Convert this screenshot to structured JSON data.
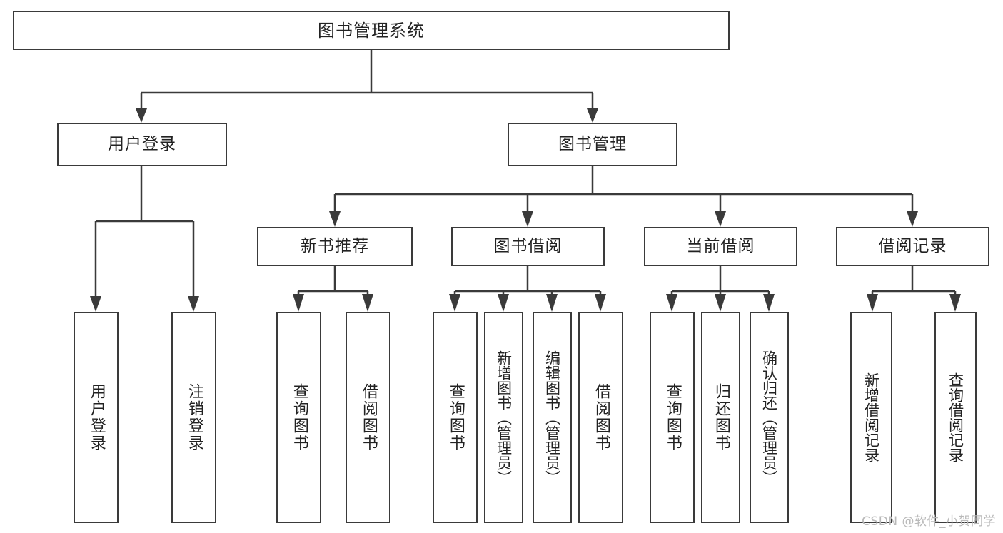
{
  "diagram": {
    "type": "tree",
    "title": "图书管理系统",
    "orientation": "top-down",
    "colors": {
      "background": "#ffffff",
      "border": "#3a3a3a",
      "text": "#222222",
      "watermark": "#b9b9b9"
    }
  },
  "root": {
    "label": "图书管理系统"
  },
  "level1": [
    {
      "label": "用户登录"
    },
    {
      "label": "图书管理"
    }
  ],
  "level2": [
    {
      "label": "新书推荐"
    },
    {
      "label": "图书借阅"
    },
    {
      "label": "当前借阅"
    },
    {
      "label": "借阅记录"
    }
  ],
  "leaves": {
    "user_login": [
      {
        "label": "用户登录"
      },
      {
        "label": "注销登录"
      }
    ],
    "new_book_recommend": [
      {
        "label": "查询图书"
      },
      {
        "label": "借阅图书"
      }
    ],
    "book_borrow": [
      {
        "label": "查询图书"
      },
      {
        "label": "新增图书（管理员）"
      },
      {
        "label": "编辑图书（管理员）"
      },
      {
        "label": "借阅图书"
      }
    ],
    "current_borrow": [
      {
        "label": "查询图书"
      },
      {
        "label": "归还图书"
      },
      {
        "label": "确认归还（管理员）"
      }
    ],
    "borrow_record": [
      {
        "label": "新增借阅记录"
      },
      {
        "label": "查询借阅记录"
      }
    ]
  },
  "watermark": {
    "text": "CSDN @软件_小贺同学"
  }
}
